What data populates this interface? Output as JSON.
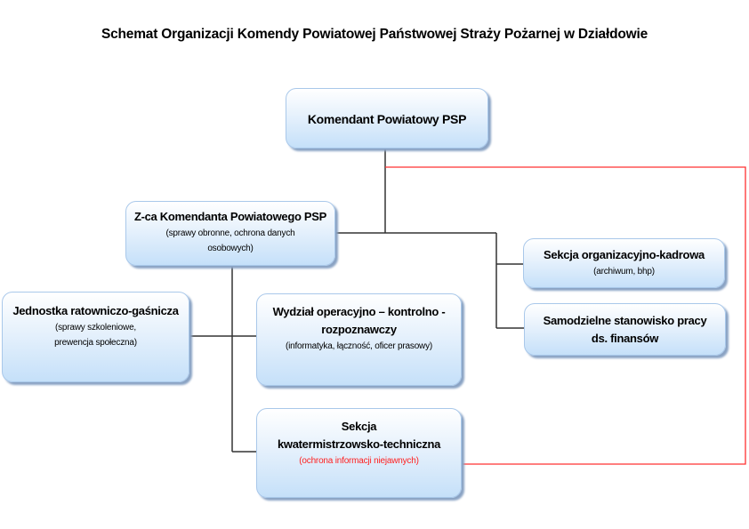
{
  "title": "Schemat Organizacji Komendy Powiatowej Państwowej Straży Pożarnej w Działdowie",
  "nodes": {
    "komendant": {
      "name": "Komendant Powiatowy PSP"
    },
    "zastepca": {
      "name": "Z-ca Komendanta Powiatowego PSP",
      "sub1": "(sprawy obronne, ochrona danych",
      "sub2": "osobowych)"
    },
    "jrg": {
      "name": "Jednostka ratowniczo-gaśnicza",
      "sub1": "(sprawy szkoleniowe,",
      "sub2": "prewencja społeczna)"
    },
    "wydzial": {
      "name1": "Wydział operacyjno – kontrolno -",
      "name2": "rozpoznawczy",
      "sub": "(informatyka, łączność, oficer prasowy)"
    },
    "kwatermistrz": {
      "name1": "Sekcja",
      "name2": "kwatermistrzowsko-techniczna",
      "sub": "(ochrona informacji niejawnych)"
    },
    "kadry": {
      "name": "Sekcja organizacyjno-kadrowa",
      "sub": "(archiwum, bhp)"
    },
    "finanse": {
      "name1": "Samodzielne stanowisko pracy",
      "name2": "ds. finansów"
    }
  },
  "colors": {
    "line": "#333333",
    "red_line": "#ff3030",
    "box_border": "#a9c8ea"
  }
}
